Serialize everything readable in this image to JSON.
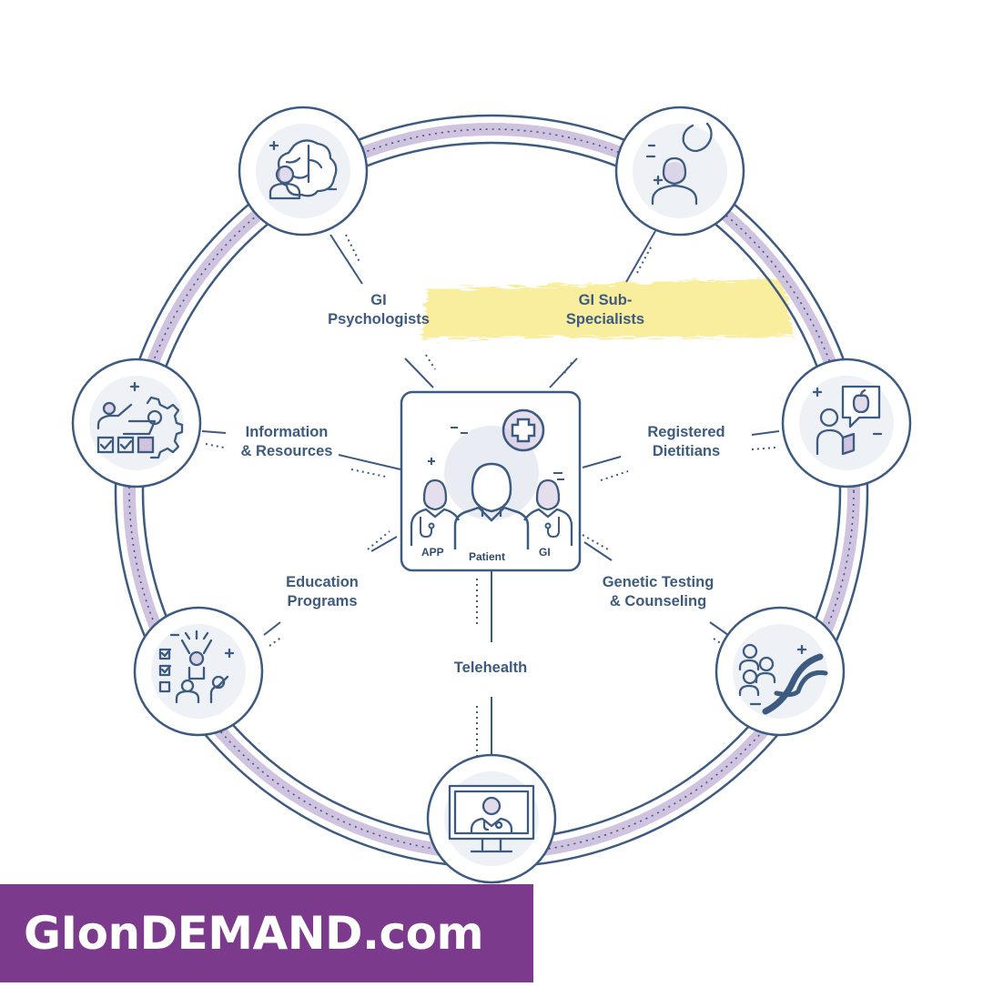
{
  "colors": {
    "outline": "#3d5a80",
    "ring_fill": "#cfc3df",
    "highlight": "#f8ea8e",
    "banner": "#7b3a8c",
    "banner_text": "#ffffff",
    "icon_bg": "#eef1f6"
  },
  "center": {
    "icon": "medical-cross-icon",
    "labels": {
      "left": "APP",
      "middle": "Patient",
      "right": "GI"
    }
  },
  "nodes": [
    {
      "id": "gi-psychologists",
      "lines": [
        "GI",
        "Psychologists"
      ],
      "icon": "brain-icon"
    },
    {
      "id": "gi-sub-specialists",
      "lines": [
        "GI Sub-",
        "Specialists"
      ],
      "icon": "stomach-icon"
    },
    {
      "id": "information-resources",
      "lines": [
        "Information",
        "& Resources"
      ],
      "icon": "gear-checklist-icon"
    },
    {
      "id": "registered-dietitians",
      "lines": [
        "Registered",
        "Dietitians"
      ],
      "icon": "apple-speech-icon"
    },
    {
      "id": "education-programs",
      "lines": [
        "Education",
        "Programs"
      ],
      "icon": "celebrating-learners-icon"
    },
    {
      "id": "genetic-testing",
      "lines": [
        "Genetic Testing",
        "& Counseling"
      ],
      "icon": "dna-icon"
    },
    {
      "id": "telehealth",
      "lines": [
        "Telehealth"
      ],
      "icon": "monitor-doctor-icon"
    }
  ],
  "brand": {
    "text": "GIonDEMAND.com"
  }
}
